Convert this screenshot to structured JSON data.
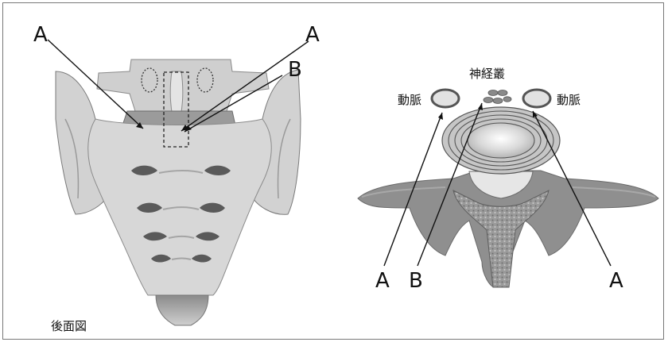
{
  "left_panel": {
    "caption": "後面図",
    "labels": {
      "a_left": "A",
      "a_right": "A",
      "b": "B"
    }
  },
  "right_panel": {
    "plexus_label": "神経叢",
    "artery_left": "動脈",
    "artery_right": "動脈",
    "labels": {
      "a_left": "A",
      "b": "B",
      "a_right": "A"
    }
  },
  "colors": {
    "bone_light": "#d8d8d8",
    "bone_mid": "#b9b9b9",
    "bone_dark": "#8d8d8d",
    "hole": "#5a5a5a",
    "line": "#222222"
  }
}
